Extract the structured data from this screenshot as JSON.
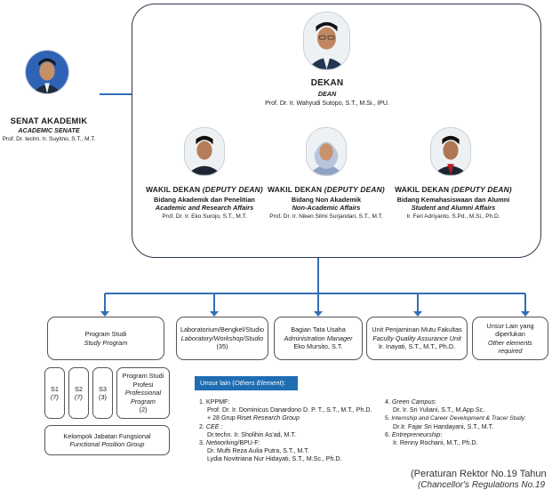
{
  "senate": {
    "title": "SENAT AKADEMIK",
    "subtitle": "ACADEMIC SENATE",
    "person": "Prof. Dr. techn. Ir. Suyitno, S.T., M.T."
  },
  "dean": {
    "title": "DEKAN",
    "subtitle": "DEAN",
    "person": "Prof. Dr. Ir. Wahyudi Sutopo, S.T., M.Si., IPU."
  },
  "vice_deans": [
    {
      "title": "WAKIL DEKAN",
      "title_en": "(DEPUTY DEAN)",
      "field": "Bidang Akademik dan Penelitian",
      "field_en": "Academic and Research Affairs",
      "person": "Prof. Dr. Ir. Eko Surojo, S.T., M.T."
    },
    {
      "title": "WAKIL DEKAN",
      "title_en": "(DEPUTY DEAN)",
      "field": "Bidang Non Akademik",
      "field_en": "Non-Academic Affairs",
      "person": "Prof. Dr. Ir. Niken Silmi Surjandari, S.T., M.T."
    },
    {
      "title": "WAKIL DEKAN",
      "title_en": "(DEPUTY DEAN)",
      "field": "Bidang Kemahasiswaan dan Alumni",
      "field_en": "Student and Alumni Affairs",
      "person": "Ir. Feri Adriyanto, S.Pd., M.Si., Ph.D."
    }
  ],
  "units": [
    {
      "line1": "Program Studi",
      "line2": "Study Program",
      "line3": ""
    },
    {
      "line1": "Laboratorium/Bengkel/Studio",
      "line2": "Laboratory/Workshop/Studio",
      "line3": "(35)"
    },
    {
      "line1": "Bagian Tata Usaha",
      "line2": "Administration Manager",
      "line3": "Eko Mursito, S.T."
    },
    {
      "line1": "Unit Penjaminan Mutu Fakultas",
      "line2": "Faculty Quality Assurance Unit",
      "line3": "Ir. Inayati, S.T., M.T., Ph.D."
    },
    {
      "line1": "Unsur Lain yang diperlukan",
      "line2": "Other elements required",
      "line3": ""
    }
  ],
  "programs": [
    {
      "name": "S1",
      "count": "(7)"
    },
    {
      "name": "S2",
      "count": "(7)"
    },
    {
      "name": "S3",
      "count": "(3)"
    }
  ],
  "profesi": {
    "line1": "Program Studi",
    "line2": "Profesi",
    "line3": "Professional",
    "line4": "Program",
    "count": "(2)"
  },
  "functional": {
    "line1": "Kelompok Jabatan Fungsional",
    "line2": "Functional Position Group"
  },
  "others": {
    "header_a": "Unsur lain (",
    "header_b": "Others Element",
    "header_c": "):",
    "left": [
      {
        "a": "1. KPPMF:",
        "b": ""
      },
      {
        "a": "Prof. Dr. Ir. Dominicus Danardono D. P. T., S.T., M.T., Ph.D.",
        "b": ""
      },
      {
        "a": "+ 28 Grup Riset ",
        "b": "Research Group"
      },
      {
        "a": "2. ",
        "b": "CEE :"
      },
      {
        "a": "Dr.techn. Ir. Sholihin As'ad, M.T.",
        "b": ""
      },
      {
        "a": "3. ",
        "b": "Networking"
      },
      {
        "a": "Dr. Mufti Reza Aulia Putra, S.T., M.T.",
        "b": ""
      },
      {
        "a": "Lydia Novitriana Nur Hidayati, S.T., M.Sc., Ph.D.",
        "b": ""
      }
    ],
    "networking_suffix": "/BPU-F:",
    "right": [
      {
        "a": "4. ",
        "b": "Green Campus",
        "c": ":"
      },
      {
        "a": "Dr. Ir. Sri Yuliani, S.T., M.App.Sc.",
        "b": "",
        "c": ""
      },
      {
        "a": "5. ",
        "b": "Internship and Career Development & Tracer Study",
        "c": ":"
      },
      {
        "a": "Dr.Ir. Fajar Sri Handayani, S.T., M.T.",
        "b": "",
        "c": ""
      },
      {
        "a": "6. ",
        "b": "Entrepreneurship",
        "c": ":"
      },
      {
        "a": "Ir. Renny Rochani, M.T., Ph.D.",
        "b": "",
        "c": ""
      }
    ]
  },
  "footer": {
    "line1": "(Peraturan Rektor No.19 Tahun",
    "line2": "(Chancellor's Regulations No.19"
  },
  "colors": {
    "connector": "#2f6fb3",
    "frame": "#2d3a4a",
    "others_header_bg": "#1f6db3"
  }
}
